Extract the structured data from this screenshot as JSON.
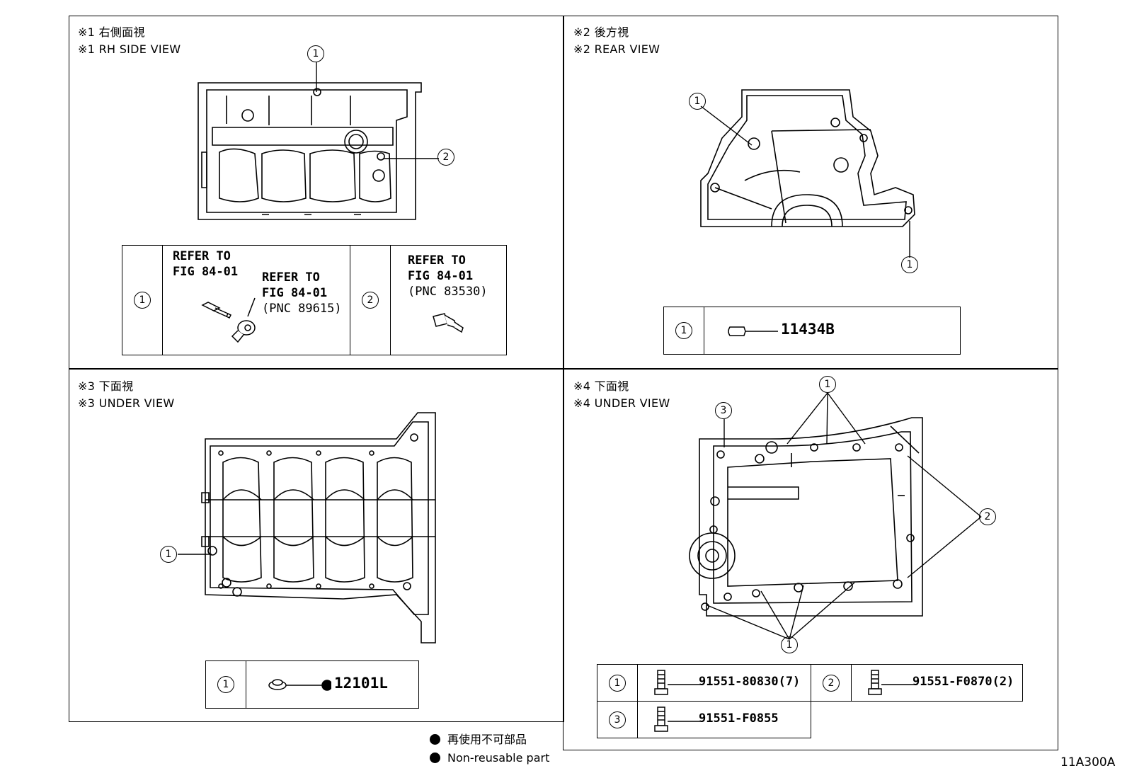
{
  "views": {
    "v1": {
      "title_ja": "※1 右側面視",
      "title_en": "※1 RH SIDE VIEW"
    },
    "v2": {
      "title_ja": "※2 後方視",
      "title_en": "※2 REAR VIEW"
    },
    "v3": {
      "title_ja": "※3 下面視",
      "title_en": "※3 UNDER VIEW"
    },
    "v4": {
      "title_ja": "※4 下面視",
      "title_en": "※4 UNDER VIEW"
    }
  },
  "callouts": {
    "c1": "1",
    "c2": "2",
    "c3": "3"
  },
  "v1_table": {
    "ref1_line1": "REFER TO",
    "ref1_line2": "FIG 84-01",
    "ref2_line1": "REFER TO",
    "ref2_line2": "FIG 84-01",
    "ref2_pnc": "(PNC 89615)",
    "ref3_line1": "REFER TO",
    "ref3_line2": "FIG 84-01",
    "ref3_pnc": "(PNC 83530)"
  },
  "v2_table": {
    "part": "11434B"
  },
  "v3_table": {
    "part": "12101L"
  },
  "v4_table": {
    "p1": "91551-80830(7)",
    "p2": "91551-F0870(2)",
    "p3": "91551-F0855"
  },
  "legend": {
    "ja": "再使用不可部品",
    "en": "Non-reusable part"
  },
  "diagram_code": "11A300A"
}
